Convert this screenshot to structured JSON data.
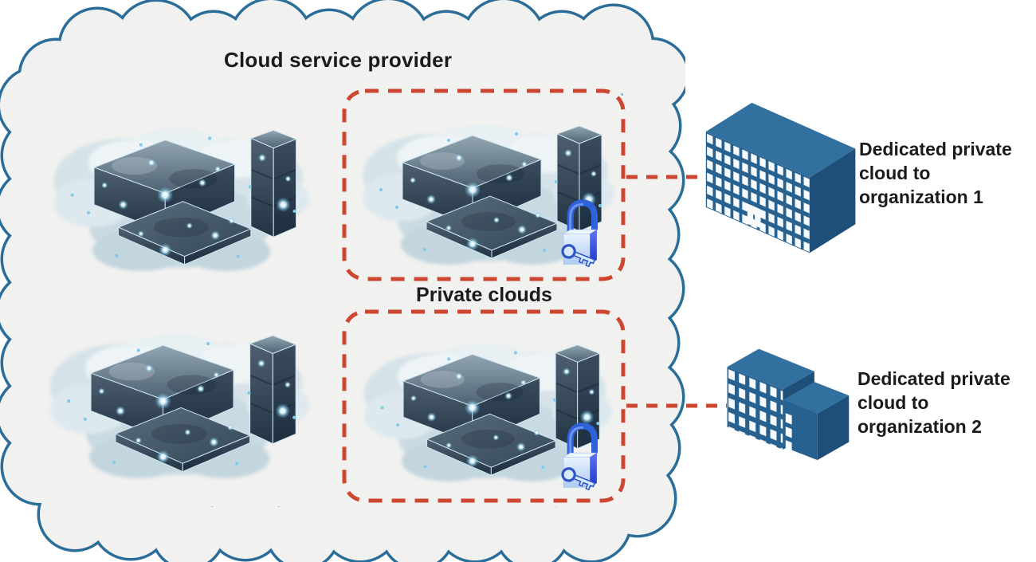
{
  "diagram": {
    "title": "Cloud service provider",
    "private_clouds_label": "Private clouds",
    "org1": {
      "lines": [
        "Dedicated private",
        "cloud to",
        "organization 1"
      ]
    },
    "org2": {
      "lines": [
        "Dedicated private",
        "cloud to",
        "organization 2"
      ]
    }
  },
  "icons": {
    "provider_boundary": "cloud-outline-icon",
    "server_cluster": "cloud-servers-icon",
    "lock": "padlock-key-icon",
    "org1_building": "office-building-icon",
    "org2_building": "office-building-icon"
  },
  "colors": {
    "cloud_border": "#2b6d99",
    "cloud_fill": "#f1f1ef",
    "dashed_accent": "#cd4730",
    "building_front": "#27618f",
    "building_top": "#32719f",
    "building_side": "#1d4f78",
    "lock_blue": "#2f62d8",
    "text": "#1b1b1b"
  }
}
